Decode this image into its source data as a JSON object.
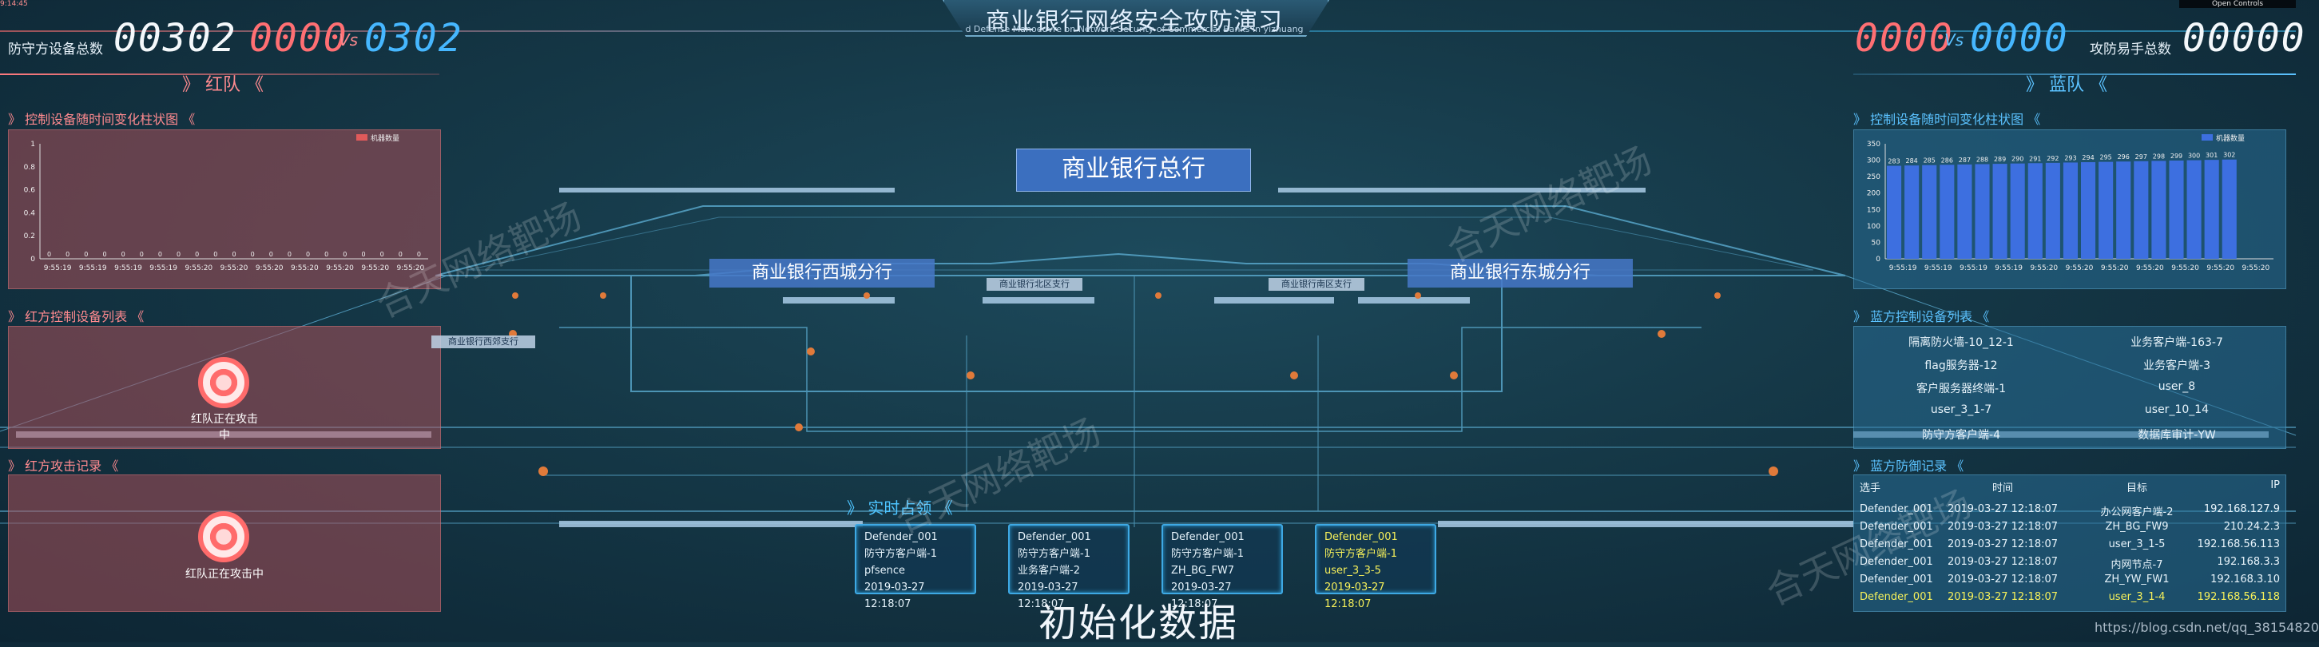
{
  "top": {
    "title": "商业银行网络安全攻防演习",
    "subtitle": "d Defense Manoeuvre on Network Security of Commercial Banks in yizhuang",
    "open_controls": "Open Controls",
    "tiny_label": "9:14:45"
  },
  "left_stats": {
    "label": "防守方设备总数",
    "total": "00302",
    "red": "0000",
    "vs": "Vs",
    "blue": "0302"
  },
  "right_stats": {
    "label": "攻防易手总数",
    "total": "00000",
    "red": "0000",
    "vs": "Vs",
    "blue": "0000"
  },
  "red_team": {
    "header": "红队",
    "chart_title": "控制设备随时间变化柱状图",
    "list_title": "红方控制设备列表",
    "list_status": "红队正在攻击中",
    "attack_title": "红方攻击记录",
    "attack_status": "红队正在攻击中"
  },
  "blue_team": {
    "header": "蓝队",
    "chart_title": "控制设备随时间变化柱状图",
    "list_title": "蓝方控制设备列表",
    "defense_title": "蓝方防御记录",
    "devices": [
      "隔离防火墙-10_12-1",
      "业务客户端-163-7",
      "flag服务器-12",
      "业务客户端-3",
      "客户服务器终端-1",
      "user_8",
      "user_3_1-7",
      "user_10_14",
      "防守方客户端-4",
      "数据库审计-YW"
    ],
    "table_headers": [
      "选手",
      "时间",
      "目标",
      "IP"
    ],
    "table_rows": [
      {
        "player": "Defender_001",
        "time": "2019-03-27 12:18:07",
        "target": "办公网客户端-2",
        "ip": "192.168.127.9",
        "hl": false
      },
      {
        "player": "Defender_001",
        "time": "2019-03-27 12:18:07",
        "target": "ZH_BG_FW9",
        "ip": "210.24.2.3",
        "hl": false
      },
      {
        "player": "Defender_001",
        "time": "2019-03-27 12:18:07",
        "target": "user_3_1-5",
        "ip": "192.168.56.113",
        "hl": false
      },
      {
        "player": "Defender_001",
        "time": "2019-03-27 12:18:07",
        "target": "内网节点-7",
        "ip": "192.168.3.3",
        "hl": false
      },
      {
        "player": "Defender_001",
        "time": "2019-03-27 12:18:07",
        "target": "ZH_YW_FW1",
        "ip": "192.168.3.10",
        "hl": false
      },
      {
        "player": "Defender_001",
        "time": "2019-03-27 12:18:07",
        "target": "user_3_1-4",
        "ip": "192.168.56.118",
        "hl": true
      }
    ]
  },
  "map": {
    "hq": "商业银行总行",
    "west": "商业银行西城分行",
    "east": "商业银行东城分行",
    "north": "商业银行北区支行",
    "south": "商业银行南区支行",
    "west_small": "商业银行西郊支行",
    "realtime_title": "实时占领",
    "init_text": "初始化数据"
  },
  "cards": [
    {
      "l1": "Defender_001",
      "l2": "防守方客户端-1",
      "l3": "pfsence",
      "l4": "2019-03-27 12:18:07",
      "hl": false
    },
    {
      "l1": "Defender_001",
      "l2": "防守方客户端-1",
      "l3": "业务客户端-2",
      "l4": "2019-03-27 12:18:07",
      "hl": false
    },
    {
      "l1": "Defender_001",
      "l2": "防守方客户端-1",
      "l3": "ZH_BG_FW7",
      "l4": "2019-03-27 12:18:07",
      "hl": false
    },
    {
      "l1": "Defender_001",
      "l2": "防守方客户端-1",
      "l3": "user_3_3-5",
      "l4": "2019-03-27 12:18:07",
      "hl": true
    }
  ],
  "watermarks": [
    "合天网络靶场",
    "合天网络靶场",
    "合天网络靶场",
    "合天网络靶场"
  ],
  "footer_url": "https://blog.csdn.net/qq_38154820",
  "chart_data": [
    {
      "type": "bar",
      "title": "控制设备随时间变化柱状图",
      "legend": "机器数量",
      "categories": [
        "9:55:19",
        "9:55:19",
        "9:55:19",
        "9:55:19",
        "9:55:20",
        "9:55:20",
        "9:55:20",
        "9:55:20",
        "9:55:20",
        "9:55:20",
        "9:55:20",
        "9:55:20",
        "9:55:20",
        "9:55:20",
        "9:55:20",
        "9:55:20",
        "9:55:20",
        "9:55:20",
        "9:55:20",
        "9:55:20",
        "9:55:20"
      ],
      "x_ticks": [
        "9:55:19",
        "9:55:19",
        "9:55:19",
        "9:55:19",
        "9:55:20",
        "9:55:20",
        "9:55:20",
        "9:55:20",
        "9:55:20",
        "9:55:20",
        "9:55:20"
      ],
      "values": [
        0,
        0,
        0,
        0,
        0,
        0,
        0,
        0,
        0,
        0,
        0,
        0,
        0,
        0,
        0,
        0,
        0,
        0,
        0,
        0,
        0
      ],
      "y_ticks": [
        "0",
        "0.2",
        "0.4",
        "0.6",
        "0.8",
        "1"
      ],
      "ylim": [
        0,
        1
      ],
      "color": "#e05a5a"
    },
    {
      "type": "bar",
      "title": "控制设备随时间变化柱状图",
      "legend": "机器数量",
      "categories": [
        "9:55:19",
        "9:55:19",
        "9:55:19",
        "9:55:19",
        "9:55:20",
        "9:55:20",
        "9:55:20",
        "9:55:20",
        "9:55:20",
        "9:55:20",
        "9:55:20",
        "9:55:20",
        "9:55:20",
        "9:55:20",
        "9:55:20",
        "9:55:20",
        "9:55:20",
        "9:55:20",
        "9:55:20",
        "9:55:20",
        "9:55:20",
        "9:55:20"
      ],
      "x_ticks": [
        "9:55:19",
        "9:55:19",
        "9:55:19",
        "9:55:19",
        "9:55:20",
        "9:55:20",
        "9:55:20",
        "9:55:20",
        "9:55:20",
        "9:55:20",
        "9:55:20"
      ],
      "values": [
        283,
        284,
        285,
        286,
        287,
        288,
        289,
        290,
        291,
        292,
        293,
        294,
        295,
        296,
        297,
        298,
        299,
        300,
        301,
        302
      ],
      "y_ticks": [
        "0",
        "50",
        "100",
        "150",
        "200",
        "250",
        "300",
        "350"
      ],
      "ylim": [
        0,
        350
      ],
      "color": "#3d6fe0"
    }
  ]
}
